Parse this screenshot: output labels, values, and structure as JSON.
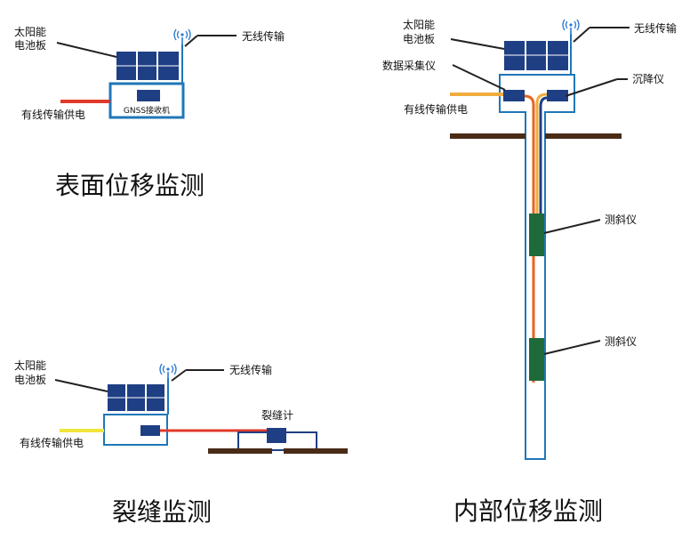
{
  "colors": {
    "panel": "#1f3f84",
    "box_border": "#1f77b8",
    "leader": "#222222",
    "red_cable": "#e03a2a",
    "yellow_cable": "#f1e43a",
    "orange_cable": "#f0ad3d",
    "ground": "#4a2b17",
    "inclinometer": "#1f6a39",
    "antenna": "#2a7ad1"
  },
  "surface": {
    "solar_label_1": "太阳能",
    "solar_label_2": "电池板",
    "wireless_label": "无线传输",
    "wired_label": "有线传输供电",
    "receiver_label": "GNSS接收机",
    "title": "表面位移监测"
  },
  "crack": {
    "solar_label_1": "太阳能",
    "solar_label_2": "电池板",
    "wireless_label": "无线传输",
    "wired_label": "有线传输供电",
    "meter_label": "裂缝计",
    "title": "裂缝监测"
  },
  "internal": {
    "solar_label_1": "太阳能",
    "solar_label_2": "电池板",
    "wireless_label": "无线传输",
    "collector_label": "数据采集仪",
    "wired_label": "有线传输供电",
    "settlement_label": "沉降仪",
    "incl_label_1": "测斜仪",
    "incl_label_2": "测斜仪",
    "title": "内部位移监测"
  }
}
